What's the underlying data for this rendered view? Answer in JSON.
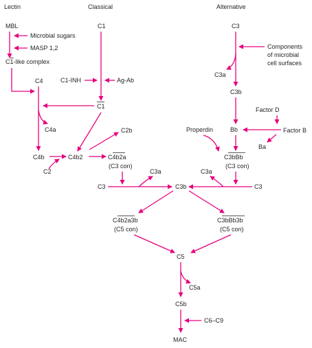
{
  "headers": {
    "lectin": "Lectin",
    "classical": "Classical",
    "alternative": "Alternative"
  },
  "nodes": {
    "mbl": "MBL",
    "microbial_sugars": "Microbial sugars",
    "masp": "MASP 1,2",
    "c1_like_complex": "C1-like complex",
    "c4_lectin": "C4",
    "c4a": "C4a",
    "c4b": "C4b",
    "c2": "C2",
    "c4b2": "C4b2",
    "c2b": "C2b",
    "c1": "C1",
    "c1_inh": "C1-INH",
    "ag_ab": "Ag-Ab",
    "c1_active": "C1",
    "c4b2a": "C4b2a",
    "c3_con_classical": "(C3 con)",
    "c3_alt_top": "C3",
    "components_line1": "Components",
    "components_line2": "of microbial",
    "components_line3": "cell surfaces",
    "c3a_alt_top": "C3a",
    "c3b_alt_top": "C3b",
    "factor_d": "Factor D",
    "bb": "Bb",
    "factor_b": "Factor B",
    "ba": "Ba",
    "properdin": "Properdin",
    "c3bbb": "C3bBb",
    "c3_con_alt": "(C3 con)",
    "c3_left": "C3",
    "c3a_left": "C3a",
    "c3b_center": "C3b",
    "c3a_right": "C3a",
    "c3_right": "C3",
    "c4b2a3b": "C4b2a3b",
    "c5_con_left": "(C5 con)",
    "c3bbb3b": "C3bBb3b",
    "c5_con_right": "(C5 con)",
    "c5": "C5",
    "c5a": "C5a",
    "c5b": "C5b",
    "c6_c9": "C6–C9",
    "mac": "MAC"
  },
  "colors": {
    "arrow": "#e6007e",
    "text": "#231f20"
  }
}
